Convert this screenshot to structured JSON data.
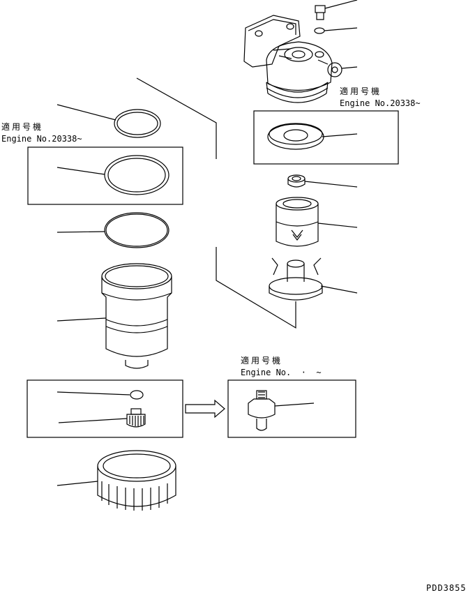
{
  "applicability": [
    {
      "title": "適用号機",
      "engine": "Engine No.20338~"
    },
    {
      "title": "適用号機",
      "engine": "Engine No.20338~"
    },
    {
      "title": "適用号機",
      "engine": "Engine No.  ·  ~"
    }
  ],
  "drawing_code": "PDD3855",
  "colors": {
    "line": "#000000",
    "background": "#ffffff"
  }
}
